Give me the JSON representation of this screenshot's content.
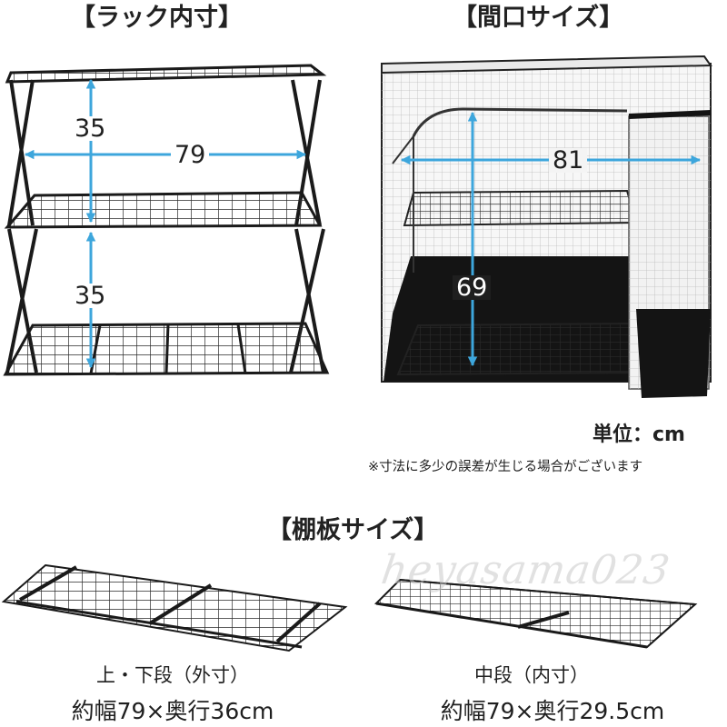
{
  "headings": {
    "rack_inner": "【ラック内寸】",
    "opening": "【間口サイズ】",
    "shelf": "【棚板サイズ】"
  },
  "rack": {
    "width": "79",
    "height_upper": "35",
    "height_lower": "35"
  },
  "cover": {
    "width": "81",
    "height": "69"
  },
  "unit": "単位：cm",
  "note": "※寸法に多少の誤差が生じる場合がございます",
  "shelves": {
    "top_bottom_title": "上・下段（外寸）",
    "top_bottom_size": "約幅79×奥行36cm",
    "middle_title": "中段（内寸）",
    "middle_size": "約幅79×奥行29.5cm"
  },
  "watermark": "heyasama023",
  "colors": {
    "arrow": "#3da6dc",
    "frame": "#1a1a1a",
    "cover_dark": "#141414"
  }
}
